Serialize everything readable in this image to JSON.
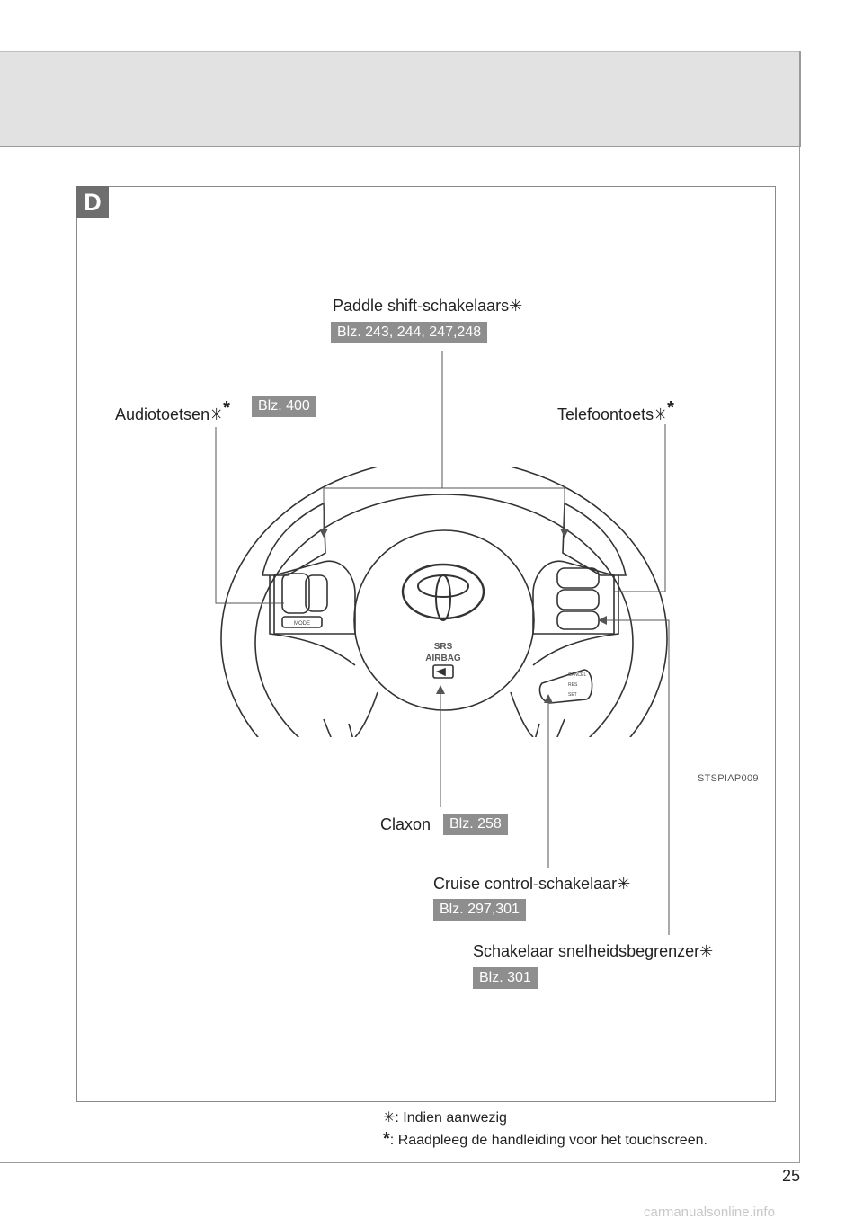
{
  "section": "D",
  "labels": {
    "paddle": "Paddle shift-schakelaars✳",
    "paddle_ref": "Blz. 243, 244, 247,248",
    "audio": "Audiotoetsen✳",
    "audio_star": "*",
    "audio_ref": "Blz. 400",
    "phone": "Telefoontoets✳",
    "phone_star": "*",
    "horn": "Claxon",
    "horn_ref": "Blz. 258",
    "cruise": "Cruise control-schakelaar✳",
    "cruise_ref": "Blz. 297,301",
    "limiter": "Schakelaar snelheidsbegrenzer✳",
    "limiter_ref": "Blz. 301"
  },
  "wheel_text": {
    "srs": "SRS",
    "airbag": "AIRBAG",
    "mode": "MODE",
    "cancel": "CANCEL",
    "res": "RES",
    "set": "SET"
  },
  "image_code": "STSPIAP009",
  "footnotes": {
    "note1_sym": "✳",
    "note1": ": Indien aanwezig",
    "note2_sym": "*",
    "note2": ": Raadpleeg de handleiding voor het touchscreen."
  },
  "page_number": "25",
  "watermark": "carmanualsonline.info",
  "colors": {
    "tag_bg": "#8e8e8e",
    "badge_bg": "#6e6e6e",
    "header_bg": "#e2e2e2"
  }
}
